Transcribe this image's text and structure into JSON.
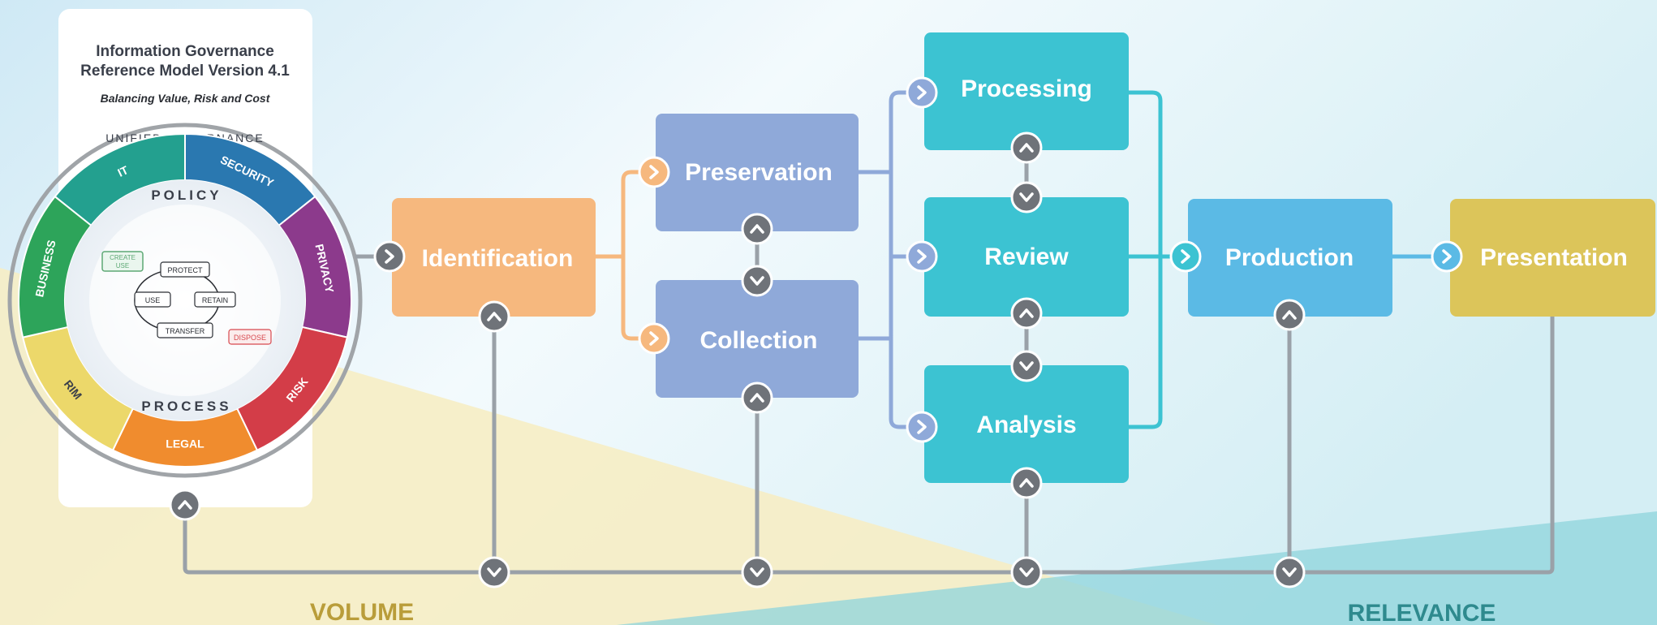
{
  "title": {
    "line1": "Information Governance",
    "line2": "Reference Model Version 4.1",
    "subtitle": "Balancing Value, Risk and Cost"
  },
  "wheel": {
    "arc_label": "UNIFIED GOVERNANCE",
    "segments": [
      "IT",
      "SECURITY",
      "PRIVACY",
      "RISK",
      "LEGAL",
      "RIM",
      "BUSINESS"
    ],
    "policy_label": "POLICY",
    "process_label": "PROCESS",
    "lifecycle": {
      "create": "CREATE",
      "create_sub": "USE",
      "protect": "PROTECT",
      "use": "USE",
      "retain": "RETAIN",
      "transfer": "TRANSFER",
      "dispose": "DISPOSE"
    }
  },
  "stages": {
    "identification": "Identification",
    "preservation": "Preservation",
    "collection": "Collection",
    "processing": "Processing",
    "review": "Review",
    "analysis": "Analysis",
    "production": "Production",
    "presentation": "Presentation"
  },
  "axis": {
    "volume": "VOLUME",
    "relevance": "RELEVANCE"
  },
  "colors": {
    "identification": "#f6b87e",
    "preservation": "#8fa9d9",
    "collection": "#8fa9d9",
    "processing": "#3cc3d2",
    "review": "#3cc3d2",
    "analysis": "#3cc3d2",
    "production": "#5bbae5",
    "presentation": "#dcc55a",
    "volume_text": "#b99d3a",
    "relevance_text": "#2e8a8e",
    "connector_gray": "#9aa1a8",
    "button_gray": "#6f7379"
  }
}
